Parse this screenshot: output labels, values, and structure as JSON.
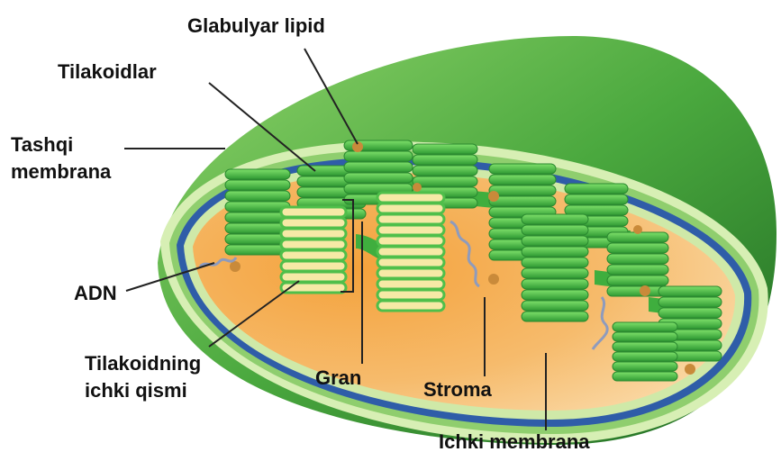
{
  "labels": {
    "glabulyar_lipid": "Glabulyar lipid",
    "tilakoidlar": "Tilakoidlar",
    "tashqi_line1": "Tashqi",
    "tashqi_line2": "membrana",
    "adn": "ADN",
    "tilakoid_ichki_line1": "Tilakoidning",
    "tilakoid_ichki_line2": "ichki qismi",
    "gran": "Gran",
    "stroma": "Stroma",
    "ichki_membrana": "Ichki membrana"
  },
  "colors": {
    "outer_green": "#3f9b3a",
    "outer_light": "#cdeaa5",
    "blue_band": "#2f5da8",
    "stroma_orange": "#f2a84a",
    "stroma_light": "#f8cf92",
    "thylakoid_green": "#4fbf4a",
    "lumen_yellow": "#f6e9a6",
    "lipid_brown": "#c98a3a",
    "dna_gray": "#9aa8c4"
  }
}
